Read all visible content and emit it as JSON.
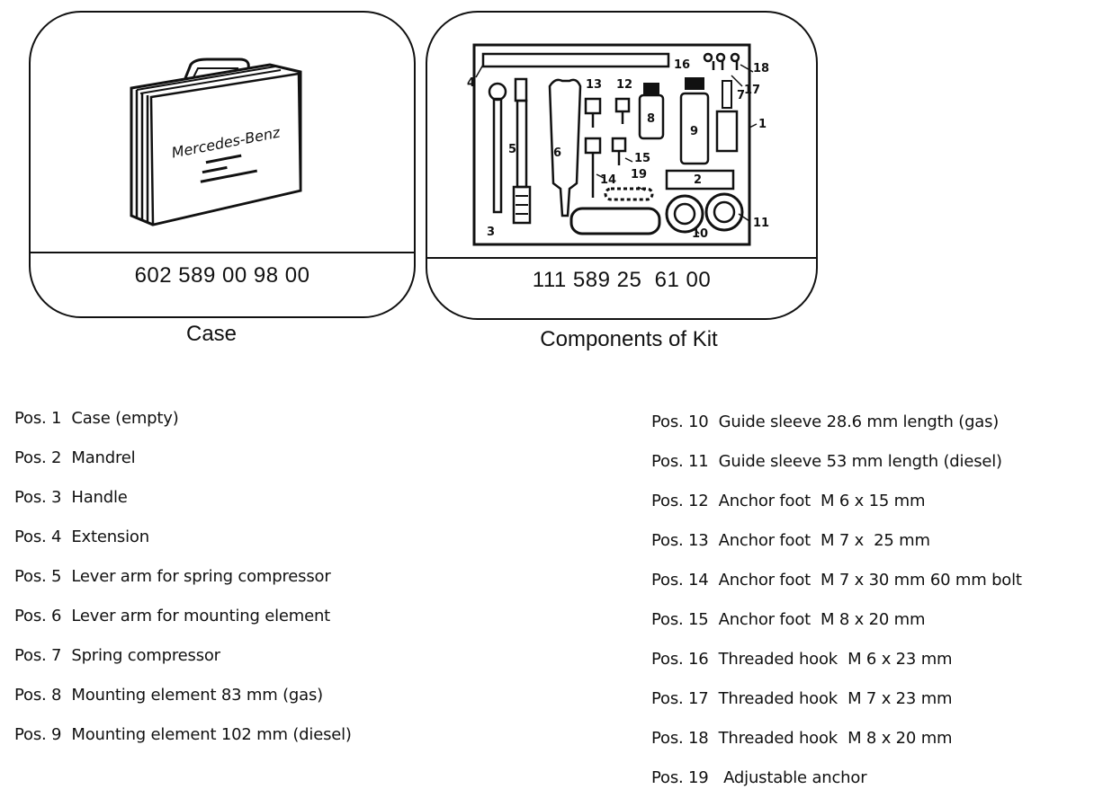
{
  "case_panel": {
    "brand": "Mercedes-Benz",
    "part_number": "602 589 00 98 00",
    "caption": "Case"
  },
  "kit_panel": {
    "part_number": "111 589 25  61 00",
    "caption": "Components of Kit",
    "callouts": [
      "1",
      "2",
      "3",
      "4",
      "5",
      "6",
      "7",
      "8",
      "9",
      "10",
      "11",
      "12",
      "13",
      "14",
      "15",
      "16",
      "17",
      "18",
      "19"
    ]
  },
  "positions_left": [
    {
      "pos": "Pos. 1",
      "desc": "Case (empty)"
    },
    {
      "pos": "Pos. 2",
      "desc": "Mandrel"
    },
    {
      "pos": "Pos. 3",
      "desc": "Handle"
    },
    {
      "pos": "Pos. 4",
      "desc": "Extension"
    },
    {
      "pos": "Pos. 5",
      "desc": "Lever arm for spring compressor"
    },
    {
      "pos": "Pos. 6",
      "desc": "Lever arm for mounting element"
    },
    {
      "pos": "Pos. 7",
      "desc": "Spring compressor"
    },
    {
      "pos": "Pos. 8",
      "desc": "Mounting element 83 mm (gas)"
    },
    {
      "pos": "Pos. 9",
      "desc": "Mounting element 102 mm (diesel)"
    }
  ],
  "positions_right": [
    {
      "pos": "Pos. 10",
      "desc": "Guide sleeve 28.6 mm length (gas)"
    },
    {
      "pos": "Pos. 11",
      "desc": "Guide sleeve 53 mm length (diesel)"
    },
    {
      "pos": "Pos. 12",
      "desc": "Anchor foot  M 6 x 15 mm"
    },
    {
      "pos": "Pos. 13",
      "desc": "Anchor foot  M 7 x  25 mm"
    },
    {
      "pos": "Pos. 14",
      "desc": "Anchor foot  M 7 x 30 mm 60 mm bolt"
    },
    {
      "pos": "Pos. 15",
      "desc": "Anchor foot  M 8 x 20 mm"
    },
    {
      "pos": "Pos. 16",
      "desc": "Threaded hook  M 6 x 23 mm"
    },
    {
      "pos": "Pos. 17",
      "desc": "Threaded hook  M 7 x 23 mm"
    },
    {
      "pos": "Pos. 18",
      "desc": "Threaded hook  M 8 x 20 mm"
    },
    {
      "pos": "Pos. 19",
      "desc": " Adjustable anchor"
    }
  ]
}
